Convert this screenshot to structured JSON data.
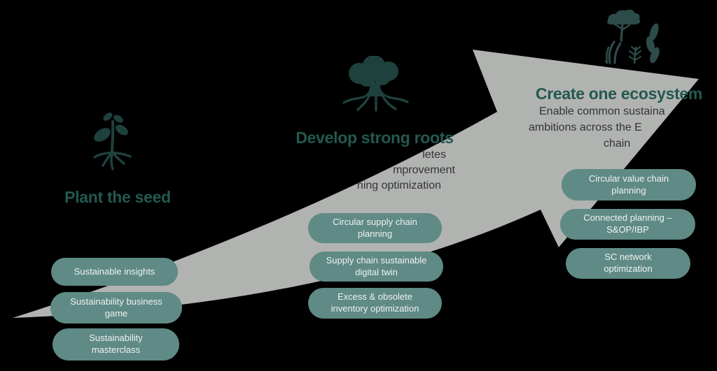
{
  "diagram": {
    "type": "growth-journey-arrow",
    "background_color": "#000000",
    "arrow_color": "#b1b3b0",
    "title_color": "#235850",
    "pill_bg_color": "#5f8a85",
    "pill_text_color": "#eff3f1",
    "subtitle_text_color": "#333436",
    "icon_color": "#1f413d",
    "ecosystem_icon_color": "#2d4b48"
  },
  "stages": [
    {
      "id": "plant-the-seed",
      "title": "Plant the seed",
      "icon": "seedling-roots-icon",
      "subtitle_fragments": [],
      "pills": [
        "Sustainable insights",
        "Sustainability business game",
        "Sustainability masterclass"
      ]
    },
    {
      "id": "develop-strong-roots",
      "title": "Develop strong roots",
      "icon": "tree-roots-icon",
      "subtitle_fragments": [
        "letes",
        "mprovement",
        "ning optimization"
      ],
      "pills": [
        "Circular supply chain planning",
        "Supply chain sustainable digital twin",
        "Excess & obsolete inventory optimization"
      ]
    },
    {
      "id": "create-one-ecosystem",
      "title": "Create one ecosystem",
      "icon": "ecosystem-forest-icon",
      "subtitle_fragments": [
        "Enable common sustaina",
        "ambitions across the E",
        "chain"
      ],
      "pills": [
        "Circular value chain planning",
        "Connected planning – S&OP/IBP",
        "SC network optimization"
      ]
    }
  ]
}
